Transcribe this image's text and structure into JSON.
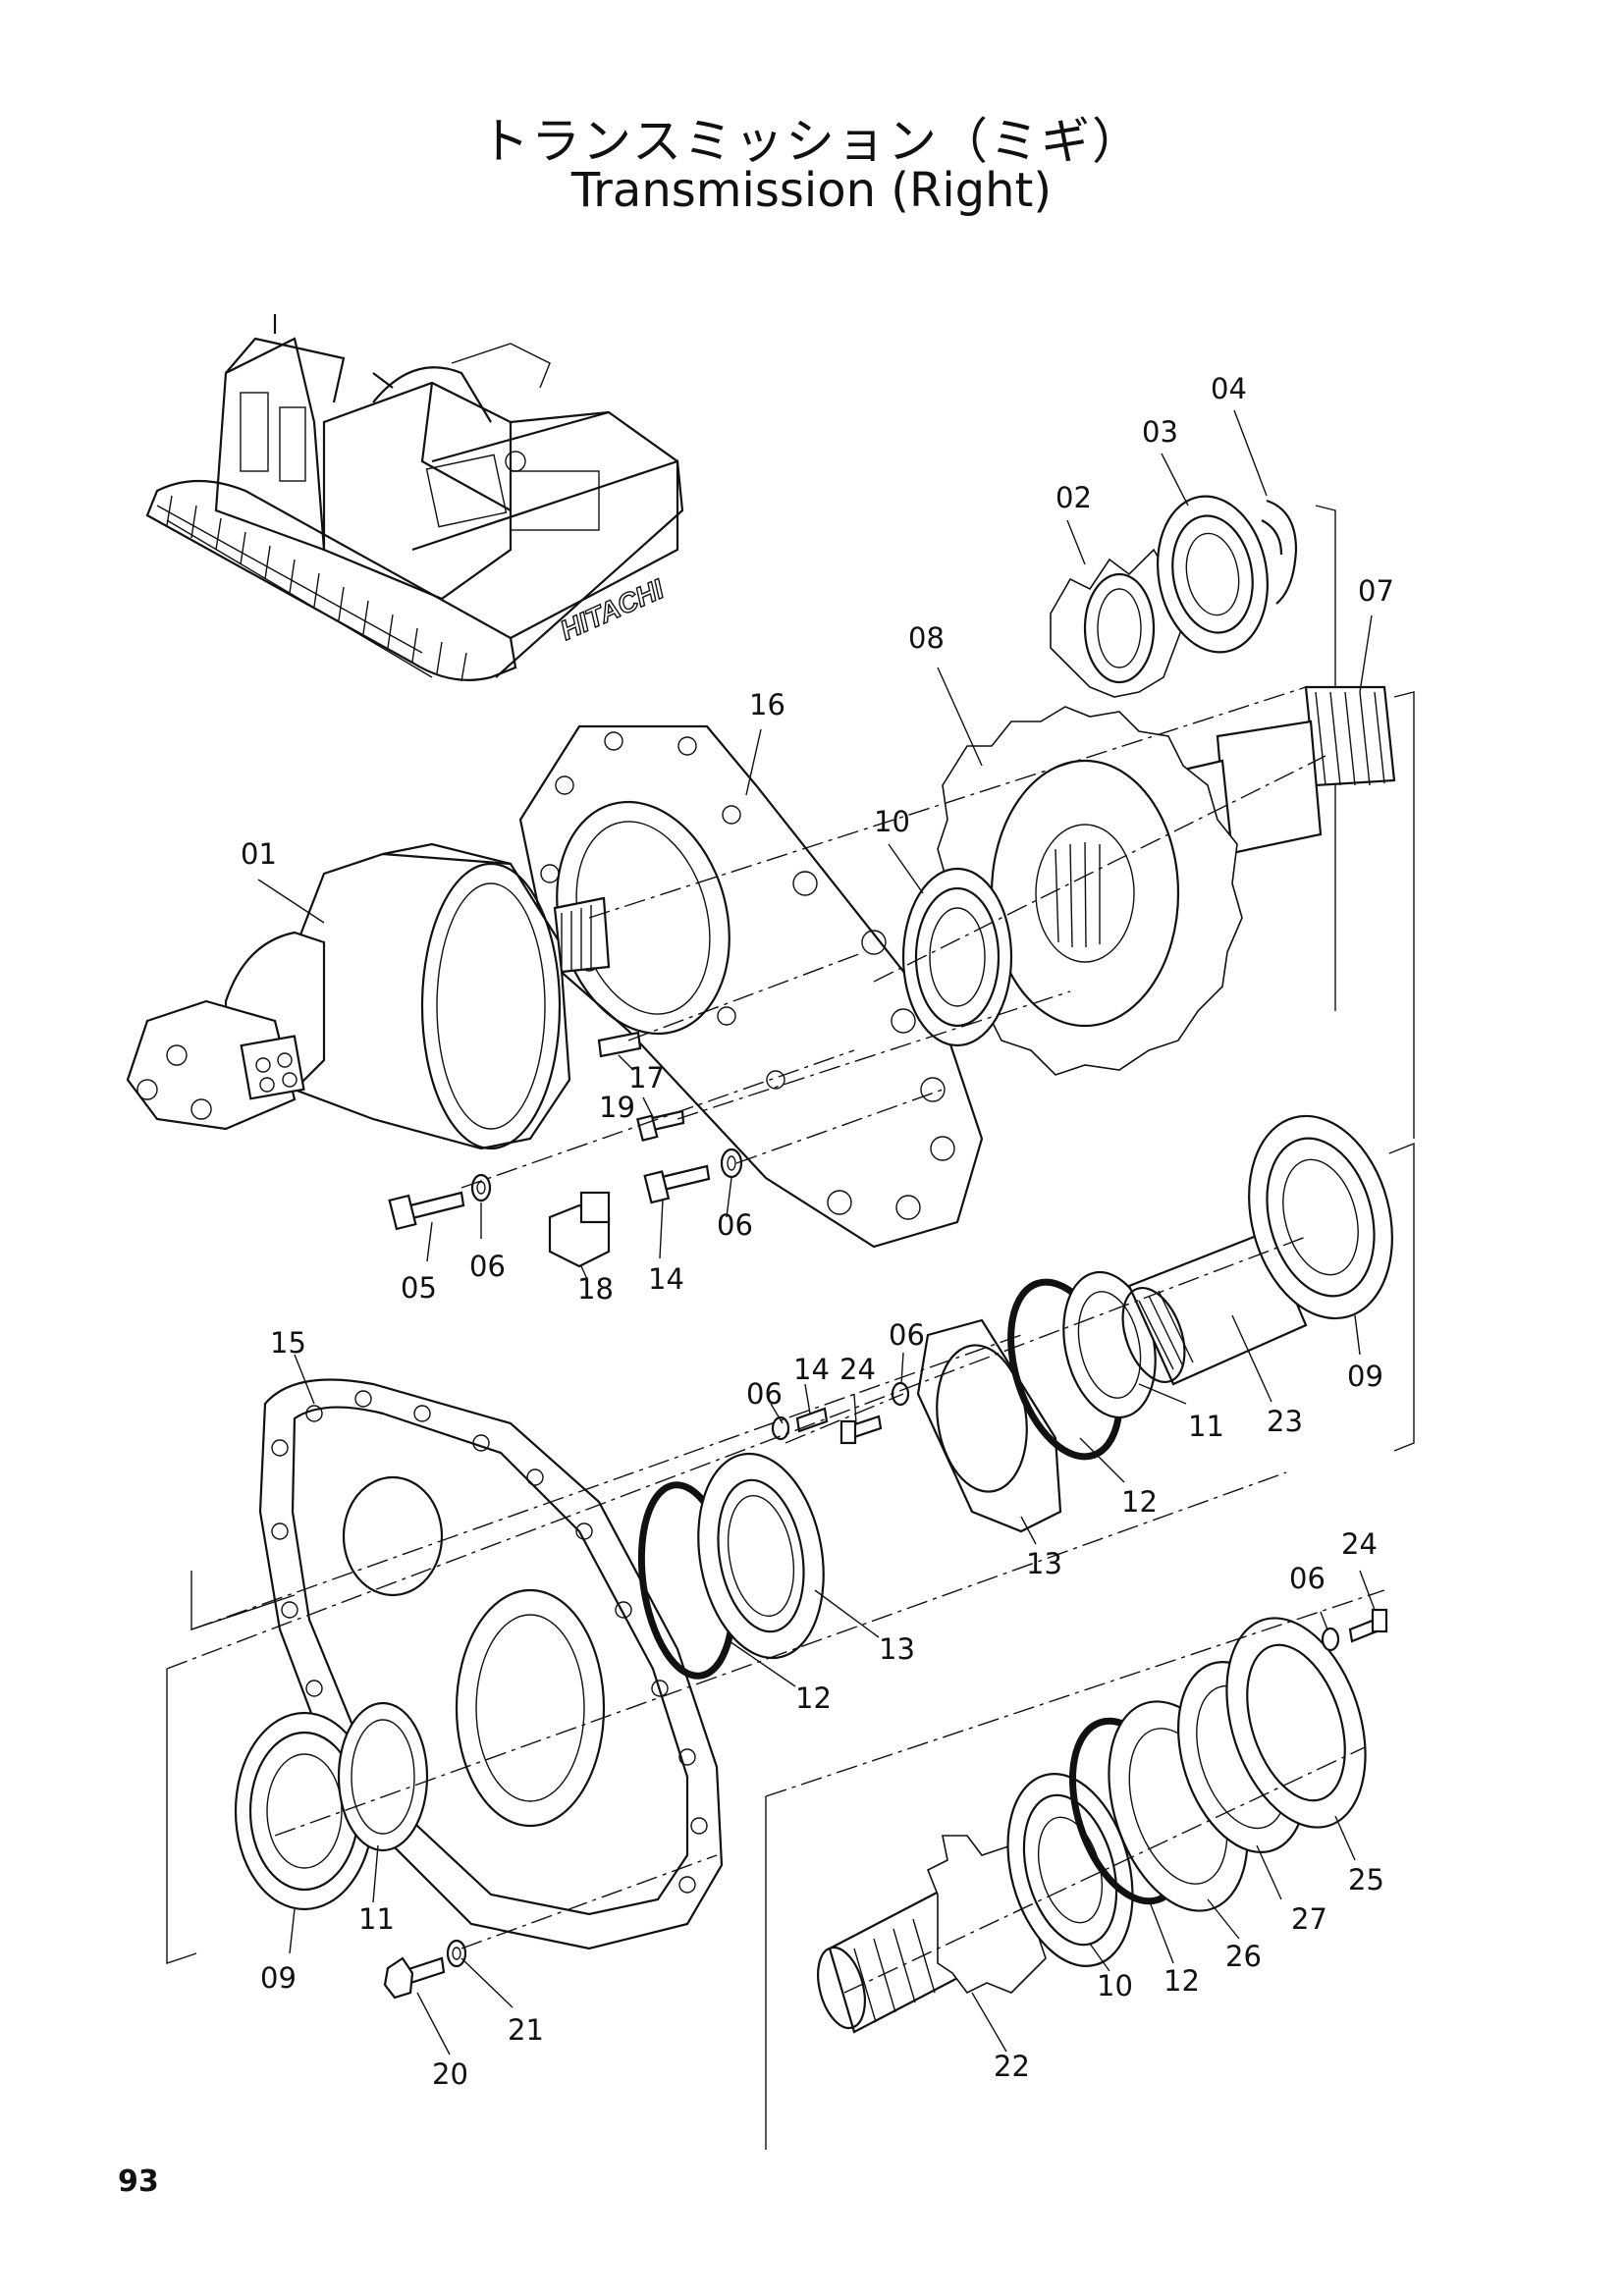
{
  "title_jp": "トランスミッション（ミギ）",
  "title_en": "Transmission (Right)",
  "page_number": "93",
  "machine_brand": "HITACHI",
  "part_labels": {
    "p01": "01",
    "p02": "02",
    "p03": "03",
    "p04": "04",
    "p05": "05",
    "p06a": "06",
    "p06b": "06",
    "p06c": "06",
    "p06d": "06",
    "p06e": "06",
    "p07": "07",
    "p08": "08",
    "p09a": "09",
    "p09b": "09",
    "p10a": "10",
    "p10b": "10",
    "p11a": "11",
    "p11b": "11",
    "p12a": "12",
    "p12b": "12",
    "p12c": "12",
    "p13a": "13",
    "p13b": "13",
    "p14a": "14",
    "p14b": "14",
    "p15": "15",
    "p16": "16",
    "p17": "17",
    "p18": "18",
    "p19": "19",
    "p20": "20",
    "p21": "21",
    "p22": "22",
    "p23": "23",
    "p24a": "24",
    "p24b": "24",
    "p25": "25",
    "p26": "26",
    "p27": "27"
  }
}
